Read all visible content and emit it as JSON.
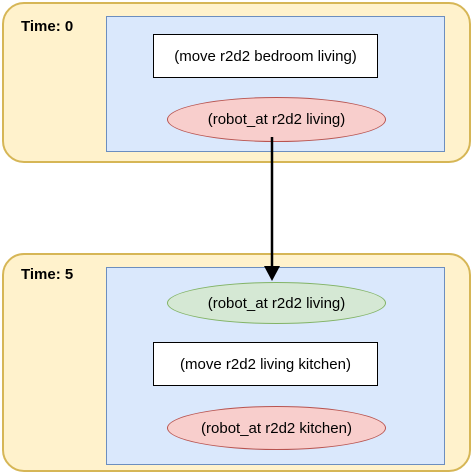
{
  "steps": [
    {
      "time_label": "Time: 0",
      "action": "(move r2d2 bedroom living)",
      "effect": "(robot_at r2d2 living)"
    },
    {
      "time_label": "Time: 5",
      "precondition": "(robot_at r2d2 living)",
      "action": "(move r2d2 living kitchen)",
      "effect": "(robot_at r2d2 kitchen)"
    }
  ],
  "colors": {
    "step_fill": "#fff2cc",
    "step_border": "#d6b656",
    "panel_fill": "#dae8fc",
    "panel_border": "#6c8ebf",
    "effect_fill": "#f8cecc",
    "effect_border": "#b85450",
    "precondition_fill": "#d5e8d4",
    "precondition_border": "#82b366",
    "arrow": "#000000"
  }
}
